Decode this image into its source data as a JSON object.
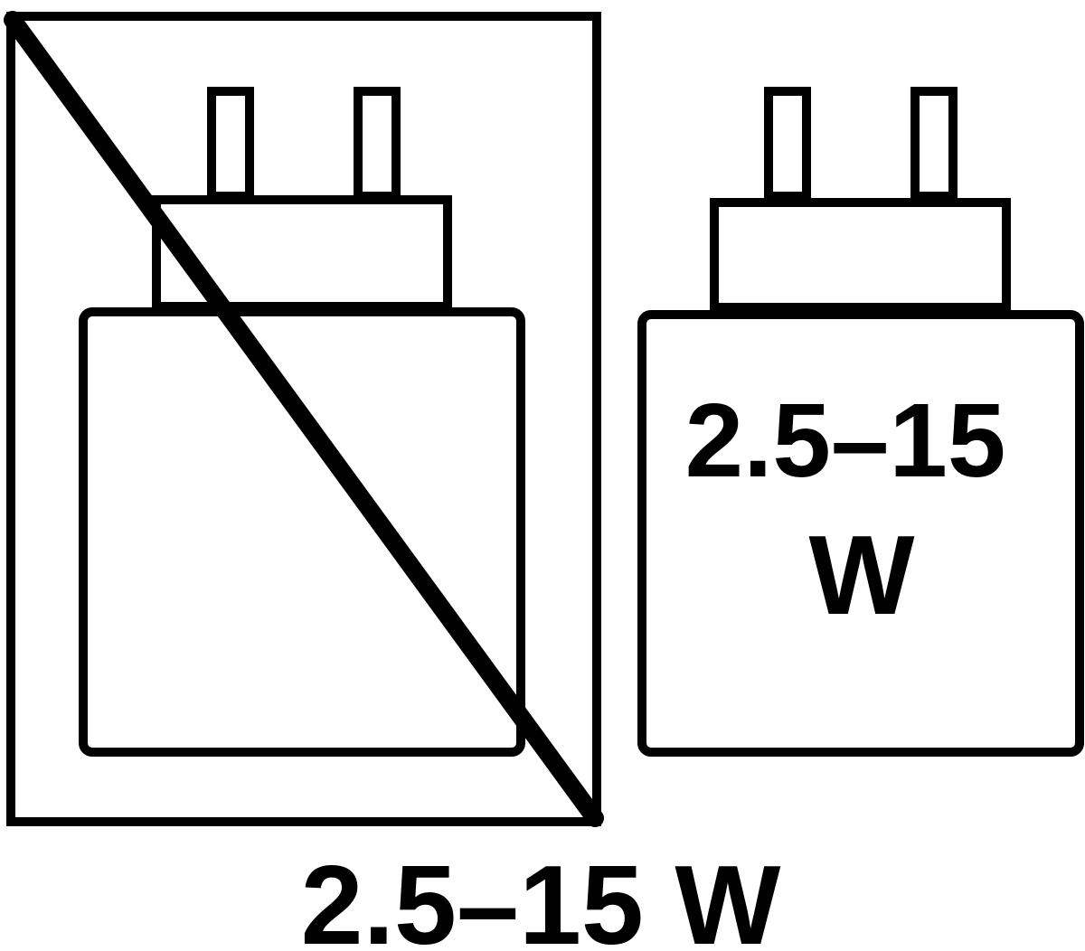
{
  "symbols": [
    {
      "name": "charger-not-included",
      "crossed_out": true,
      "label": ""
    },
    {
      "name": "charger-power-rating",
      "crossed_out": false,
      "label_line1": "2.5–15",
      "label_line2": "W"
    }
  ],
  "caption": "2.5–15 W",
  "colors": {
    "ink": "#000000",
    "background": "#ffffff"
  }
}
